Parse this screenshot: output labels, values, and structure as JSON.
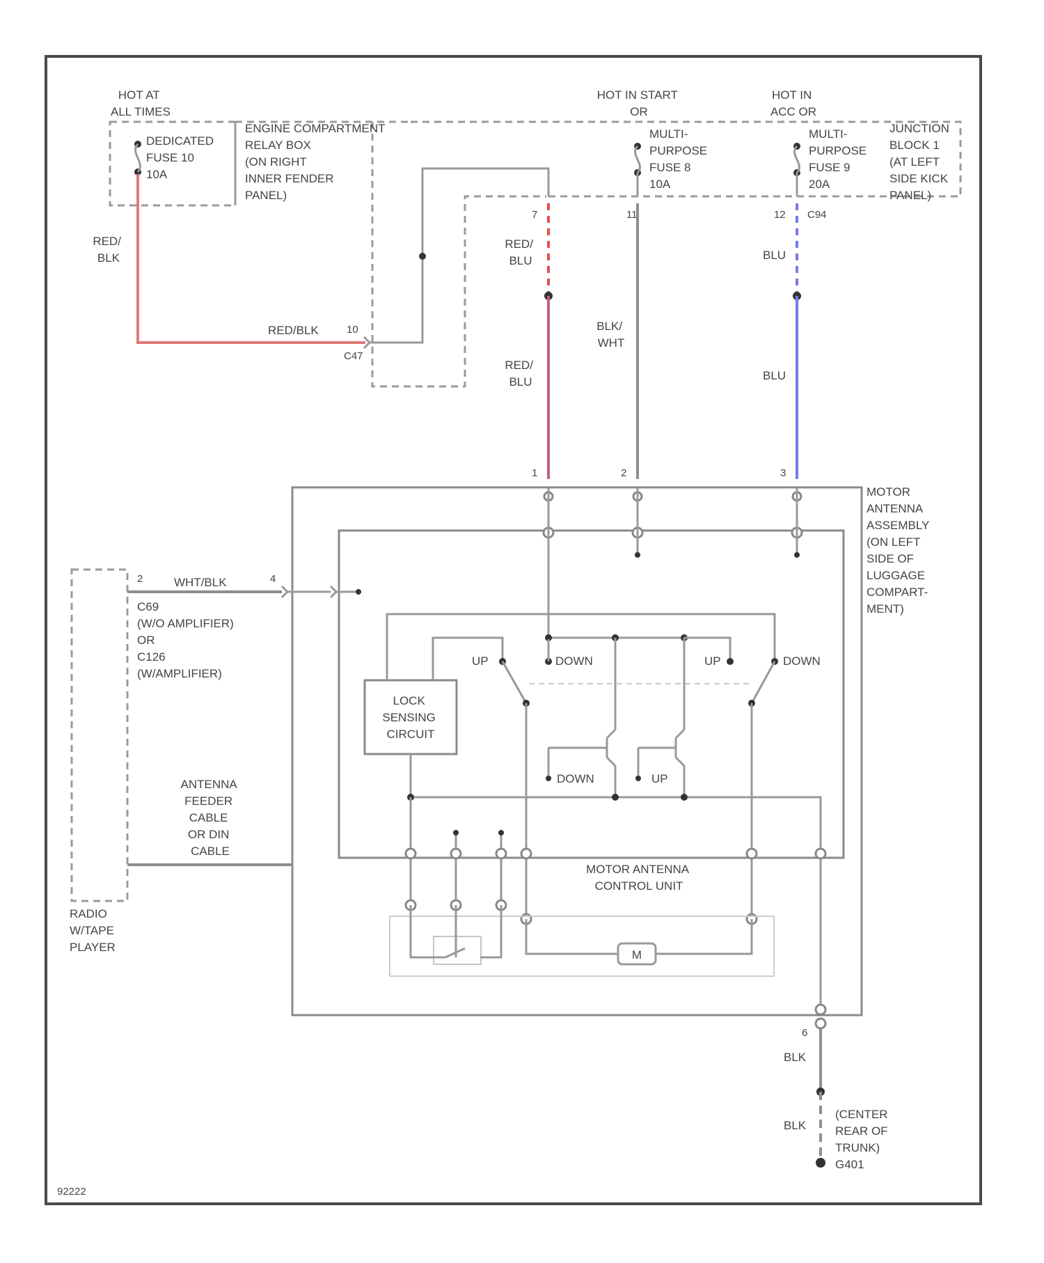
{
  "colors": {
    "red_blk": "#e07a78",
    "red_blu": "#c0607a",
    "red_dash": "#e25050",
    "blu": "#7878ee",
    "wire_gray": "#8e8e8e",
    "frame": "#4a4a4a"
  },
  "top_labels": {
    "hot_at_all_times": [
      "HOT AT",
      "ALL TIMES"
    ],
    "hot_in_start_or": [
      "HOT IN START",
      "OR"
    ],
    "hot_in_acc_or": [
      "HOT IN",
      "ACC OR"
    ]
  },
  "fuses": {
    "dedicated": [
      "DEDICATED",
      "FUSE 10",
      "10A"
    ],
    "mp8": [
      "MULTI-",
      "PURPOSE",
      "FUSE 8",
      "10A"
    ],
    "mp9": [
      "MULTI-",
      "PURPOSE",
      "FUSE 9",
      "20A"
    ]
  },
  "locations": {
    "engine_relay_box": [
      "ENGINE COMPARTMENT",
      "RELAY BOX",
      "(ON RIGHT",
      "INNER FENDER",
      "PANEL)"
    ],
    "junction_block": [
      "JUNCTION",
      "BLOCK 1",
      "(AT LEFT",
      "SIDE KICK",
      "PANEL)"
    ],
    "motor_antenna_assembly": [
      "MOTOR",
      "ANTENNA",
      "ASSEMBLY",
      "(ON LEFT",
      "SIDE OF",
      "LUGGAGE",
      "COMPART-",
      "MENT)"
    ],
    "ground": [
      "(CENTER",
      "REAR OF",
      "TRUNK)",
      "G401"
    ]
  },
  "wire_labels": {
    "red_blk": [
      "RED/",
      "BLK"
    ],
    "red_blk_line": "RED/BLK",
    "red_blu_top": [
      "RED/",
      "BLU"
    ],
    "red_blu_bottom": [
      "RED/",
      "BLU"
    ],
    "blk_wht": [
      "BLK/",
      "WHT"
    ],
    "blu_top": "BLU",
    "blu_bottom": "BLU",
    "wht_blk": "WHT/BLK",
    "blk_top": "BLK",
    "blk_bottom": "BLK"
  },
  "connectors": {
    "c47": "C47",
    "pin_10": "10",
    "pin_7": "7",
    "pin_11": "11",
    "pin_12": "12",
    "c94": "C94",
    "pin_1": "1",
    "pin_2": "2",
    "pin_3": "3",
    "pin_4": "4",
    "pin_6": "6",
    "radio_pin": "2"
  },
  "radio": {
    "connector_note": [
      "C69",
      "(W/O AMPLIFIER)",
      "OR",
      "C126",
      "(W/AMPLIFIER)"
    ],
    "cable_note": [
      "ANTENNA",
      "FEEDER",
      "CABLE",
      "OR DIN",
      "CABLE"
    ],
    "unit_name": [
      "RADIO",
      "W/TAPE",
      "PLAYER"
    ]
  },
  "control": {
    "lock_circuit": [
      "LOCK",
      "SENSING",
      "CIRCUIT"
    ],
    "up_left": "UP",
    "down_left": "DOWN",
    "up_right": "UP",
    "down_right": "DOWN",
    "transistor_down": "DOWN",
    "transistor_up": "UP",
    "unit_name": [
      "MOTOR ANTENNA",
      "CONTROL UNIT"
    ],
    "motor": "M"
  },
  "figure_id": "92222"
}
